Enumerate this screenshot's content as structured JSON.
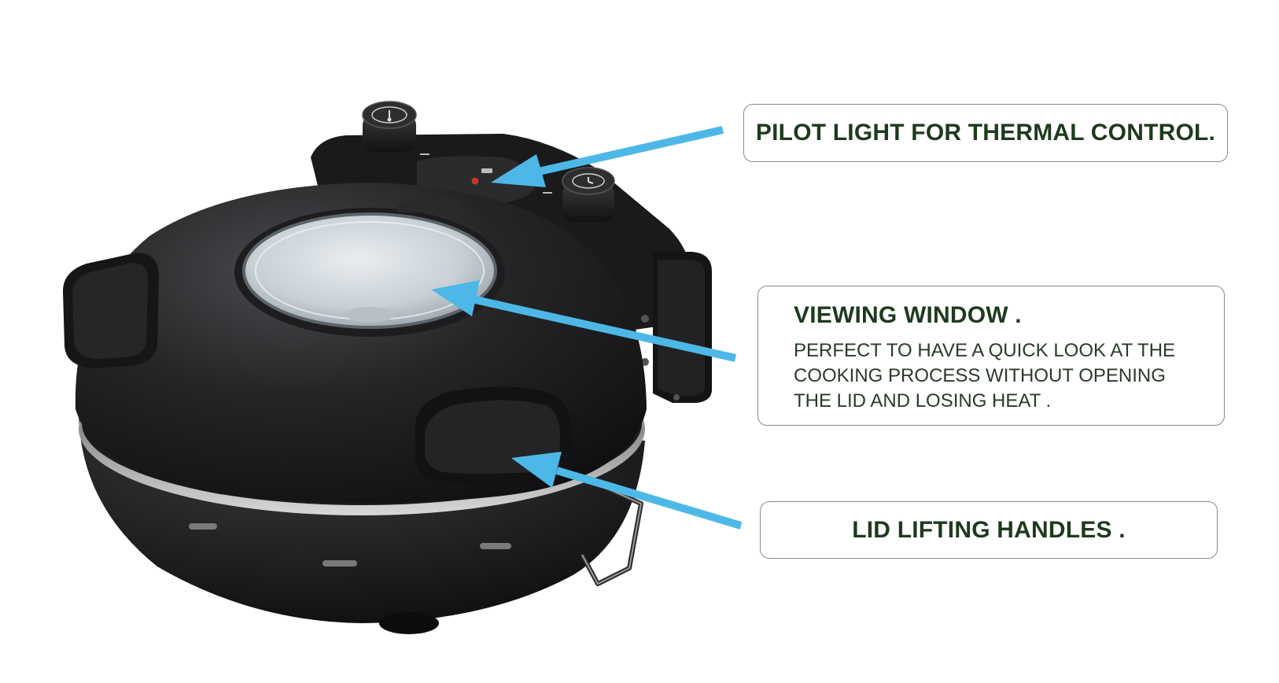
{
  "callouts": {
    "pilot_light": {
      "title": "PILOT LIGHT FOR THERMAL CONTROL."
    },
    "viewing_window": {
      "title": "VIEWING WINDOW .",
      "description_lines": [
        "PERFECT TO HAVE A QUICK LOOK AT THE",
        "COOKING PROCESS WITHOUT OPENING",
        "THE LID AND LOSING HEAT ."
      ]
    },
    "lid_handles": {
      "title": "LID LIFTING HANDLES ."
    }
  },
  "colors": {
    "arrow": "#4db8e8",
    "title_text": "#1e3a1e",
    "box_border": "#8a8a8a",
    "appliance_body": "#1c1c1e"
  },
  "icons": [
    "temperature-dial-icon",
    "timer-dial-icon"
  ]
}
